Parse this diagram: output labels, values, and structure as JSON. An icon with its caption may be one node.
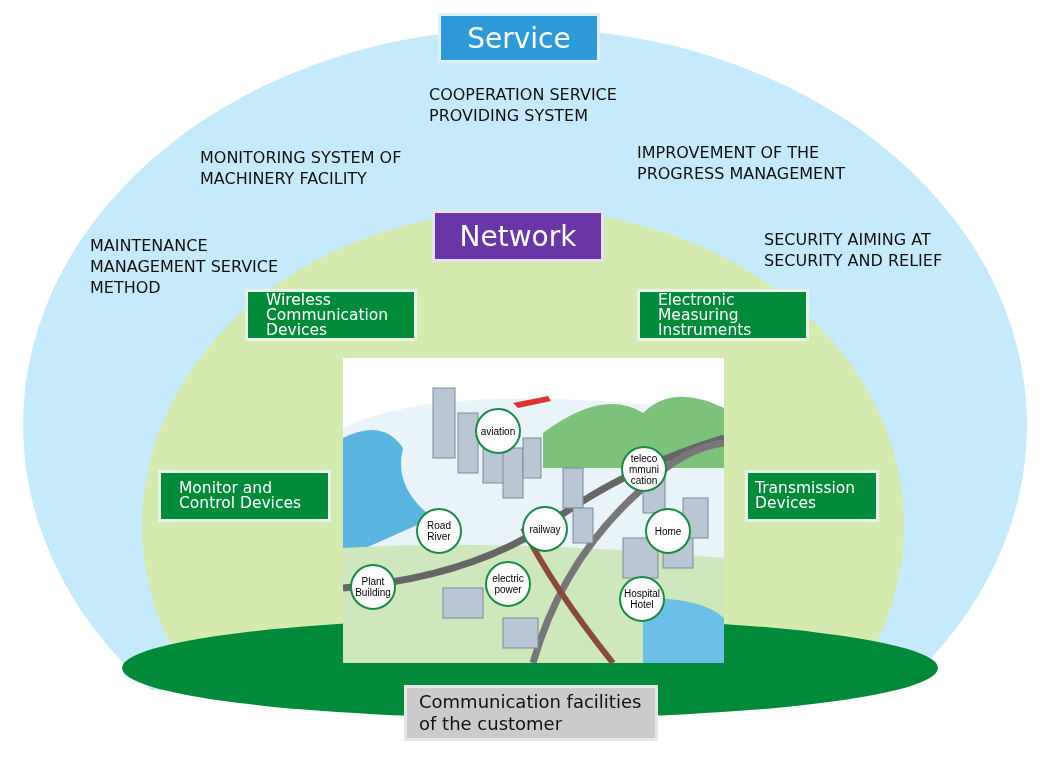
{
  "diagram": {
    "nodes": [
      {
        "text": [
          "Service"
        ]
      },
      {
        "text": [
          "Network"
        ]
      },
      {
        "text": [
          "Wireless Communication Devices"
        ]
      },
      {
        "text": [
          "Electronic Measuring Instruments"
        ]
      },
      {
        "text": [
          "Monitor and Control Devices"
        ]
      },
      {
        "text": [
          "Transmission Devices"
        ]
      },
      {
        "text": [],
        "shape": "picture"
      },
      {
        "text": [
          "aviation"
        ],
        "in": 6
      },
      {
        "text": [
          "teleco mmuni cation"
        ],
        "in": 6
      },
      {
        "text": [
          "Road River"
        ],
        "in": 6
      },
      {
        "text": [
          "railway"
        ],
        "in": 6
      },
      {
        "text": [
          "Home"
        ],
        "in": 6
      },
      {
        "text": [
          "Plant Building"
        ],
        "in": 6
      },
      {
        "text": [
          "electric power"
        ],
        "in": 6
      },
      {
        "text": [
          "Hospital Hotel"
        ],
        "in": 6
      },
      {
        "text": [
          "Communication facilities of the customer"
        ]
      }
    ],
    "labels": [
      "COOPERATION SERVICE PROVIDING SYSTEM",
      "MONITORING SYSTEM OF MACHINERY FACILITY",
      "IMPROVEMENT OF THE PROGRESS MANAGEMENT",
      "MAINTENANCE MANAGEMENT SERVICE METHOD",
      "SECURITY AIMING AT SECURITY AND RELIEF"
    ]
  }
}
